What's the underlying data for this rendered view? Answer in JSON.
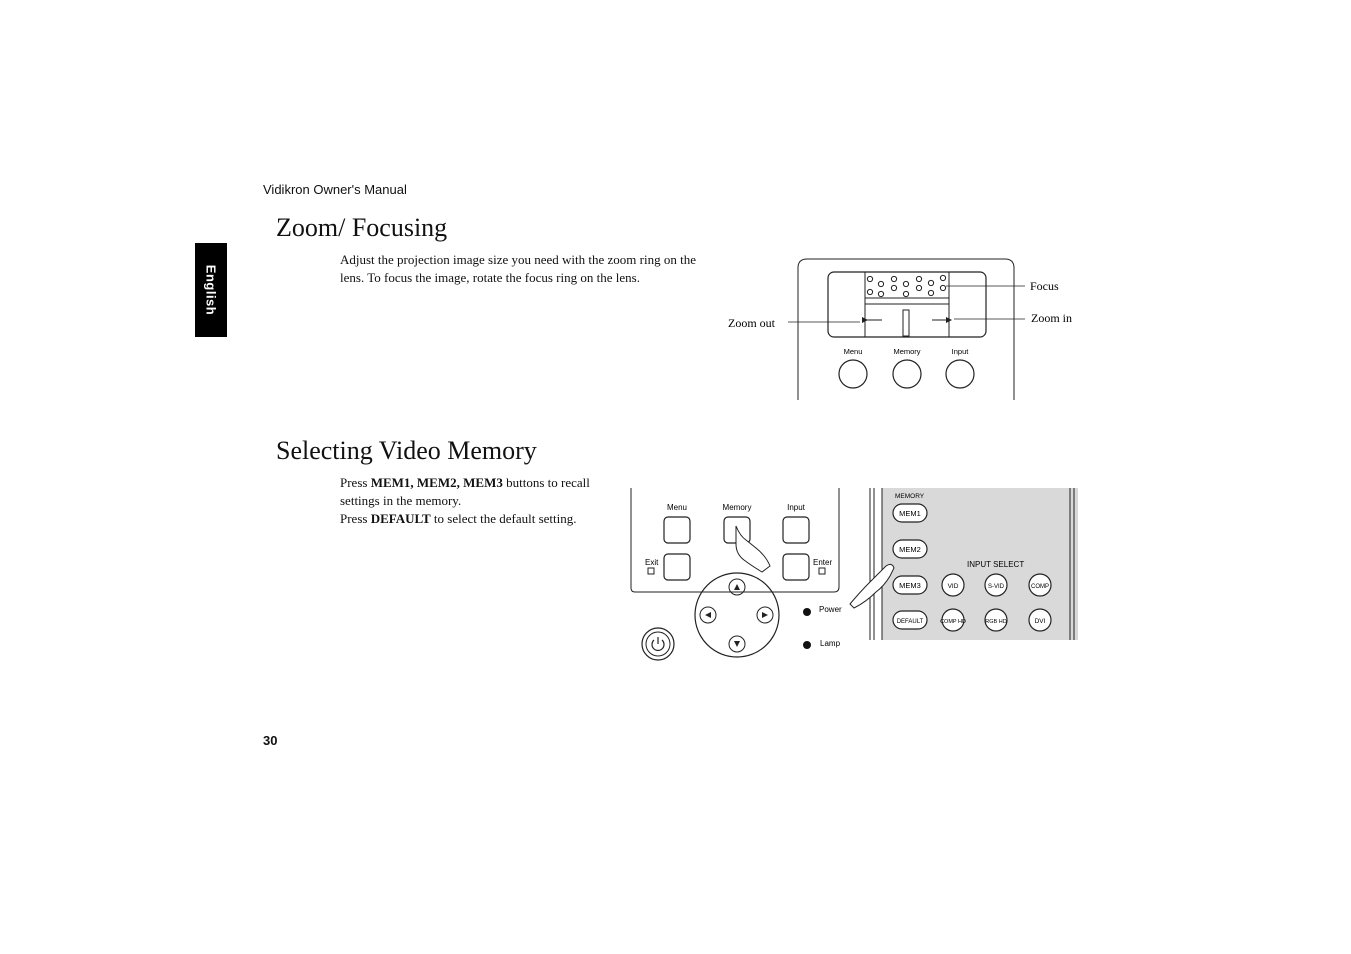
{
  "header": {
    "title": "Vidikron Owner's Manual"
  },
  "language_tab": {
    "label": "English"
  },
  "section_zoom": {
    "heading": "Zoom/ Focusing",
    "body": "Adjust the projection image size you need with the zoom ring on the lens. To focus the image, rotate the focus ring on the lens.",
    "figure": {
      "label_focus": "Focus",
      "label_zoom_out": "Zoom out",
      "label_zoom_in": "Zoom in",
      "buttons": [
        "Menu",
        "Memory",
        "Input"
      ]
    }
  },
  "section_memory": {
    "heading": "Selecting Video Memory",
    "body_line1_pre": "Press ",
    "body_line1_bold": "MEM1, MEM2, MEM3",
    "body_line1_post": " buttons to recall settings in the memory.",
    "body_line2_pre": "Press ",
    "body_line2_bold": "DEFAULT",
    "body_line2_post": " to select the default setting.",
    "panel": {
      "top_buttons": [
        "Menu",
        "Memory",
        "Input"
      ],
      "exit_label": "Exit",
      "enter_label": "Enter",
      "power_label": "Power",
      "lamp_label": "Lamp"
    },
    "remote": {
      "memory_label": "MEMORY",
      "input_select_label": "INPUT SELECT",
      "mem_buttons": [
        "MEM1",
        "MEM2",
        "MEM3",
        "DEFAULT"
      ],
      "input_buttons_row1": [
        "VID",
        "S-VID",
        "COMP"
      ],
      "input_buttons_row2": [
        "COMP HD",
        "RGB HD",
        "DVI"
      ]
    }
  },
  "footer": {
    "page_number": "30"
  }
}
